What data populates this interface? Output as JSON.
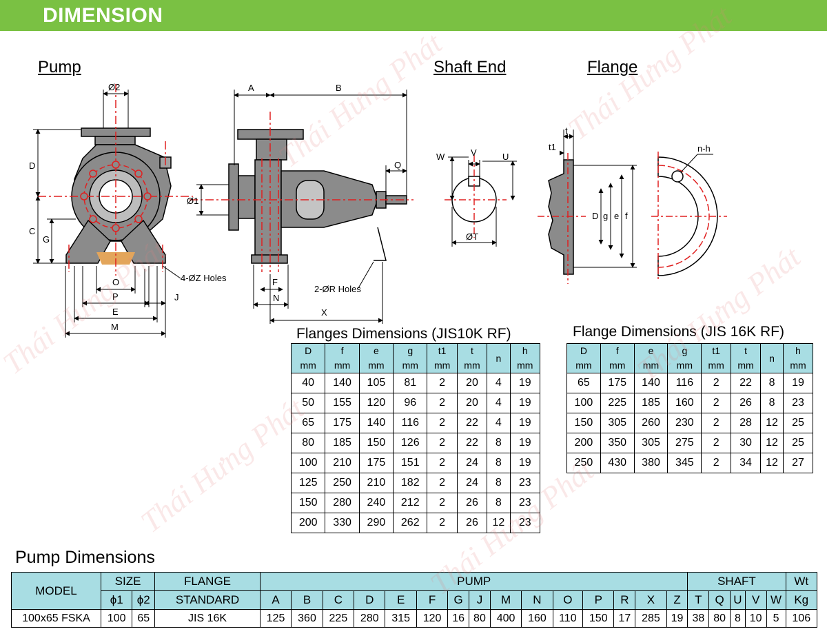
{
  "header": {
    "title": "DIMENSION",
    "accent_color": "#7ac143",
    "table_header_color": "#a8dde3"
  },
  "views": {
    "pump": "Pump",
    "shaft_end": "Shaft End",
    "flange": "Flange"
  },
  "callouts": {
    "z_holes": "4-ØZ Holes",
    "r_holes": "2-ØR Holes",
    "phi2": "Ø2",
    "phi1": "Ø1",
    "phiT": "ØT",
    "nh": "n-h",
    "D": "D",
    "C": "C",
    "G": "G",
    "O": "O",
    "P": "P",
    "E": "E",
    "M": "M",
    "J": "J",
    "A": "A",
    "B": "B",
    "Q": "Q",
    "F": "F",
    "N": "N",
    "X": "X",
    "W": "W",
    "V": "V",
    "U": "U",
    "t": "t",
    "t1": "t1",
    "fD": "D",
    "fg": "g",
    "fe": "e",
    "ff": "f"
  },
  "jis10k": {
    "title": "Flanges Dimensions (JIS10K RF)",
    "headers": [
      [
        "D",
        "mm"
      ],
      [
        "f",
        "mm"
      ],
      [
        "e",
        "mm"
      ],
      [
        "g",
        "mm"
      ],
      [
        "t1",
        "mm"
      ],
      [
        "t",
        "mm"
      ],
      [
        "n",
        ""
      ],
      [
        "h",
        "mm"
      ]
    ],
    "rows": [
      [
        "40",
        "140",
        "105",
        "81",
        "2",
        "20",
        "4",
        "19"
      ],
      [
        "50",
        "155",
        "120",
        "96",
        "2",
        "20",
        "4",
        "19"
      ],
      [
        "65",
        "175",
        "140",
        "116",
        "2",
        "22",
        "4",
        "19"
      ],
      [
        "80",
        "185",
        "150",
        "126",
        "2",
        "22",
        "8",
        "19"
      ],
      [
        "100",
        "210",
        "175",
        "151",
        "2",
        "24",
        "8",
        "19"
      ],
      [
        "125",
        "250",
        "210",
        "182",
        "2",
        "24",
        "8",
        "23"
      ],
      [
        "150",
        "280",
        "240",
        "212",
        "2",
        "26",
        "8",
        "23"
      ],
      [
        "200",
        "330",
        "290",
        "262",
        "2",
        "26",
        "12",
        "23"
      ]
    ]
  },
  "jis16k": {
    "title": "Flange Dimensions (JIS 16K RF)",
    "headers": [
      [
        "D",
        "mm"
      ],
      [
        "f",
        "mm"
      ],
      [
        "e",
        "mm"
      ],
      [
        "g",
        "mm"
      ],
      [
        "t1",
        "mm"
      ],
      [
        "t",
        "mm"
      ],
      [
        "n",
        ""
      ],
      [
        "h",
        "mm"
      ]
    ],
    "rows": [
      [
        "65",
        "175",
        "140",
        "116",
        "2",
        "22",
        "8",
        "19"
      ],
      [
        "100",
        "225",
        "185",
        "160",
        "2",
        "26",
        "8",
        "23"
      ],
      [
        "150",
        "305",
        "260",
        "230",
        "2",
        "28",
        "12",
        "25"
      ],
      [
        "200",
        "350",
        "305",
        "275",
        "2",
        "30",
        "12",
        "25"
      ],
      [
        "250",
        "430",
        "380",
        "345",
        "2",
        "34",
        "12",
        "27"
      ]
    ]
  },
  "pump_dims": {
    "title": "Pump Dimensions",
    "group_headers": {
      "model": "MODEL",
      "size": "SIZE",
      "flange": "FLANGE",
      "standard": "STANDARD",
      "pump": "PUMP",
      "shaft": "SHAFT",
      "wt": "Wt"
    },
    "size_cols": [
      "ϕ1",
      "ϕ2"
    ],
    "pump_cols": [
      "A",
      "B",
      "C",
      "D",
      "E",
      "F",
      "G",
      "J",
      "M",
      "N",
      "O",
      "P",
      "R",
      "X",
      "Z"
    ],
    "shaft_cols": [
      "T",
      "Q",
      "U",
      "V",
      "W"
    ],
    "wt_col": "Kg",
    "row": [
      "100x65 FSKA",
      "100",
      "65",
      "JIS 16K",
      "125",
      "360",
      "225",
      "280",
      "315",
      "120",
      "16",
      "80",
      "400",
      "160",
      "110",
      "150",
      "17",
      "285",
      "19",
      "38",
      "80",
      "8",
      "10",
      "5",
      "106"
    ]
  },
  "watermark": "Thái Hưng Phát"
}
